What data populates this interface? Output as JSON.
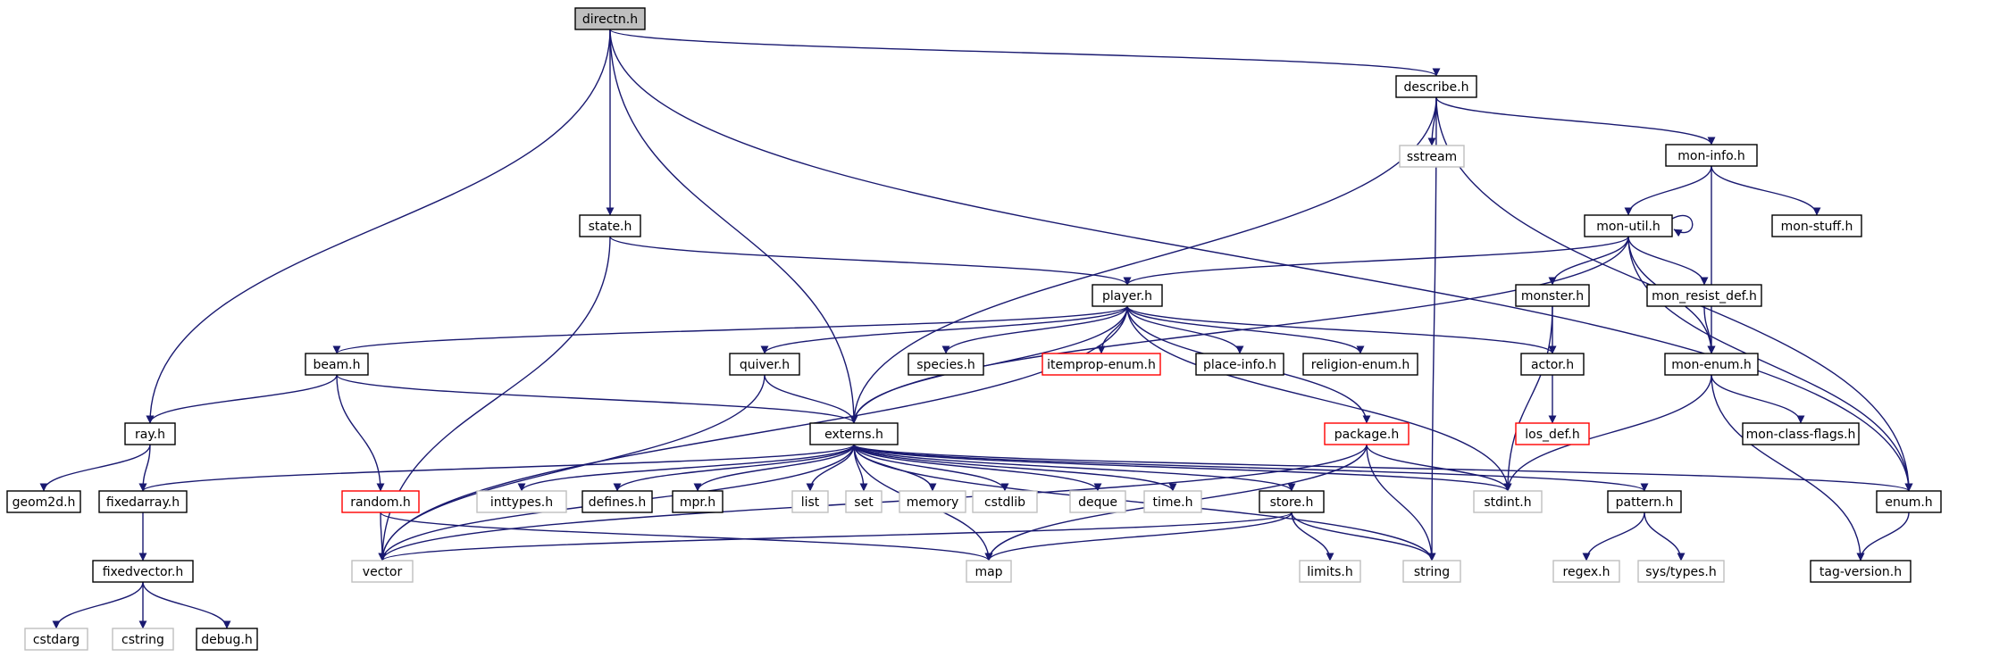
{
  "graph": {
    "colors": {
      "edge": "#191970",
      "border_normal": "#000000",
      "border_missing": "#bfbfbf",
      "border_truncated": "#ff0000",
      "root_fill": "#bfbfbf",
      "fill": "#ffffff"
    },
    "nodes": [
      {
        "id": "directn",
        "label": "directn.h",
        "kind": "root"
      },
      {
        "id": "describe",
        "label": "describe.h",
        "kind": "normal"
      },
      {
        "id": "sstream",
        "label": "sstream",
        "kind": "missing"
      },
      {
        "id": "moninfo",
        "label": "mon-info.h",
        "kind": "normal"
      },
      {
        "id": "state",
        "label": "state.h",
        "kind": "normal"
      },
      {
        "id": "monutil",
        "label": "mon-util.h",
        "kind": "normal"
      },
      {
        "id": "monstuff",
        "label": "mon-stuff.h",
        "kind": "normal"
      },
      {
        "id": "player",
        "label": "player.h",
        "kind": "normal"
      },
      {
        "id": "monster",
        "label": "monster.h",
        "kind": "normal"
      },
      {
        "id": "monresist",
        "label": "mon_resist_def.h",
        "kind": "normal"
      },
      {
        "id": "beam",
        "label": "beam.h",
        "kind": "normal"
      },
      {
        "id": "quiver",
        "label": "quiver.h",
        "kind": "normal"
      },
      {
        "id": "species",
        "label": "species.h",
        "kind": "normal"
      },
      {
        "id": "itemprop",
        "label": "itemprop-enum.h",
        "kind": "truncated"
      },
      {
        "id": "placeinfo",
        "label": "place-info.h",
        "kind": "normal"
      },
      {
        "id": "religion",
        "label": "religion-enum.h",
        "kind": "normal"
      },
      {
        "id": "actor",
        "label": "actor.h",
        "kind": "normal"
      },
      {
        "id": "monenum",
        "label": "mon-enum.h",
        "kind": "normal"
      },
      {
        "id": "ray",
        "label": "ray.h",
        "kind": "normal"
      },
      {
        "id": "externs",
        "label": "externs.h",
        "kind": "normal"
      },
      {
        "id": "package",
        "label": "package.h",
        "kind": "truncated"
      },
      {
        "id": "losdef",
        "label": "los_def.h",
        "kind": "truncated"
      },
      {
        "id": "monclass",
        "label": "mon-class-flags.h",
        "kind": "normal"
      },
      {
        "id": "geom2d",
        "label": "geom2d.h",
        "kind": "normal"
      },
      {
        "id": "fixedarray",
        "label": "fixedarray.h",
        "kind": "normal"
      },
      {
        "id": "random",
        "label": "random.h",
        "kind": "truncated"
      },
      {
        "id": "inttypes",
        "label": "inttypes.h",
        "kind": "missing"
      },
      {
        "id": "defines",
        "label": "defines.h",
        "kind": "normal"
      },
      {
        "id": "mpr",
        "label": "mpr.h",
        "kind": "normal"
      },
      {
        "id": "list",
        "label": "list",
        "kind": "missing"
      },
      {
        "id": "set",
        "label": "set",
        "kind": "missing"
      },
      {
        "id": "memory",
        "label": "memory",
        "kind": "missing"
      },
      {
        "id": "cstdlib",
        "label": "cstdlib",
        "kind": "missing"
      },
      {
        "id": "deque",
        "label": "deque",
        "kind": "missing"
      },
      {
        "id": "timeh",
        "label": "time.h",
        "kind": "missing"
      },
      {
        "id": "store",
        "label": "store.h",
        "kind": "normal"
      },
      {
        "id": "stdint",
        "label": "stdint.h",
        "kind": "missing"
      },
      {
        "id": "pattern",
        "label": "pattern.h",
        "kind": "normal"
      },
      {
        "id": "enumh",
        "label": "enum.h",
        "kind": "normal"
      },
      {
        "id": "fixedvector",
        "label": "fixedvector.h",
        "kind": "normal"
      },
      {
        "id": "vector",
        "label": "vector",
        "kind": "missing"
      },
      {
        "id": "map",
        "label": "map",
        "kind": "missing"
      },
      {
        "id": "limits",
        "label": "limits.h",
        "kind": "missing"
      },
      {
        "id": "string",
        "label": "string",
        "kind": "missing"
      },
      {
        "id": "regex",
        "label": "regex.h",
        "kind": "missing"
      },
      {
        "id": "systypes",
        "label": "sys/types.h",
        "kind": "missing"
      },
      {
        "id": "tagversion",
        "label": "tag-version.h",
        "kind": "normal"
      },
      {
        "id": "cstdarg",
        "label": "cstdarg",
        "kind": "missing"
      },
      {
        "id": "cstring",
        "label": "cstring",
        "kind": "missing"
      },
      {
        "id": "debug",
        "label": "debug.h",
        "kind": "normal"
      }
    ],
    "edges": [
      [
        "directn",
        "describe"
      ],
      [
        "directn",
        "state"
      ],
      [
        "directn",
        "ray"
      ],
      [
        "directn",
        "externs"
      ],
      [
        "directn",
        "enumh"
      ],
      [
        "describe",
        "sstream"
      ],
      [
        "describe",
        "moninfo"
      ],
      [
        "describe",
        "externs"
      ],
      [
        "describe",
        "string"
      ],
      [
        "describe",
        "enumh"
      ],
      [
        "moninfo",
        "monutil"
      ],
      [
        "moninfo",
        "monstuff"
      ],
      [
        "moninfo",
        "monenum"
      ],
      [
        "state",
        "player"
      ],
      [
        "state",
        "vector"
      ],
      [
        "monutil",
        "monutil"
      ],
      [
        "monutil",
        "player"
      ],
      [
        "monutil",
        "monster"
      ],
      [
        "monutil",
        "monresist"
      ],
      [
        "monutil",
        "monenum"
      ],
      [
        "monutil",
        "externs"
      ],
      [
        "monutil",
        "enumh"
      ],
      [
        "player",
        "beam"
      ],
      [
        "player",
        "quiver"
      ],
      [
        "player",
        "species"
      ],
      [
        "player",
        "itemprop"
      ],
      [
        "player",
        "placeinfo"
      ],
      [
        "player",
        "religion"
      ],
      [
        "player",
        "actor"
      ],
      [
        "player",
        "package"
      ],
      [
        "player",
        "externs"
      ],
      [
        "player",
        "stdint"
      ],
      [
        "player",
        "vector"
      ],
      [
        "monster",
        "actor"
      ],
      [
        "monster",
        "stdint"
      ],
      [
        "monresist",
        "monenum"
      ],
      [
        "beam",
        "ray"
      ],
      [
        "beam",
        "random"
      ],
      [
        "beam",
        "externs"
      ],
      [
        "quiver",
        "externs"
      ],
      [
        "quiver",
        "vector"
      ],
      [
        "actor",
        "losdef"
      ],
      [
        "monenum",
        "monclass"
      ],
      [
        "monenum",
        "tagversion"
      ],
      [
        "monenum",
        "stdint"
      ],
      [
        "ray",
        "geom2d"
      ],
      [
        "ray",
        "fixedarray"
      ],
      [
        "externs",
        "fixedarray"
      ],
      [
        "externs",
        "inttypes"
      ],
      [
        "externs",
        "defines"
      ],
      [
        "externs",
        "mpr"
      ],
      [
        "externs",
        "list"
      ],
      [
        "externs",
        "set"
      ],
      [
        "externs",
        "memory"
      ],
      [
        "externs",
        "cstdlib"
      ],
      [
        "externs",
        "deque"
      ],
      [
        "externs",
        "timeh"
      ],
      [
        "externs",
        "store"
      ],
      [
        "externs",
        "stdint"
      ],
      [
        "externs",
        "pattern"
      ],
      [
        "externs",
        "enumh"
      ],
      [
        "externs",
        "vector"
      ],
      [
        "externs",
        "map"
      ],
      [
        "externs",
        "string"
      ],
      [
        "package",
        "stdint"
      ],
      [
        "package",
        "string"
      ],
      [
        "package",
        "map"
      ],
      [
        "package",
        "vector"
      ],
      [
        "fixedarray",
        "fixedvector"
      ],
      [
        "random",
        "vector"
      ],
      [
        "random",
        "map"
      ],
      [
        "store",
        "vector"
      ],
      [
        "store",
        "map"
      ],
      [
        "store",
        "limits"
      ],
      [
        "store",
        "string"
      ],
      [
        "pattern",
        "regex"
      ],
      [
        "pattern",
        "systypes"
      ],
      [
        "enumh",
        "tagversion"
      ],
      [
        "fixedvector",
        "cstdarg"
      ],
      [
        "fixedvector",
        "cstring"
      ],
      [
        "fixedvector",
        "debug"
      ]
    ]
  }
}
